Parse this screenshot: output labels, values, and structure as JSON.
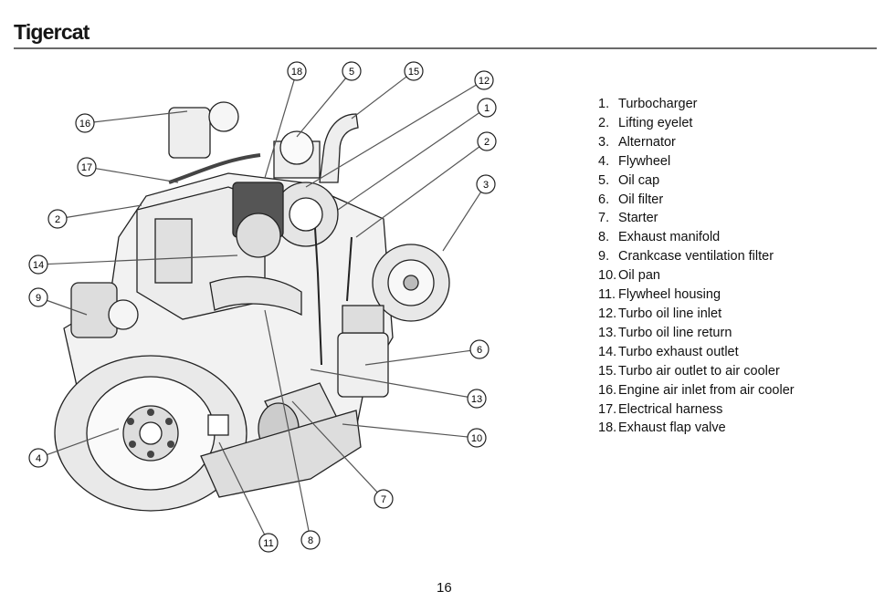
{
  "header": {
    "brand": "Tigercat"
  },
  "diagram": {
    "callouts": [
      "18",
      "5",
      "15",
      "12",
      "1",
      "2",
      "3",
      "16",
      "17",
      "2",
      "14",
      "9",
      "6",
      "13",
      "10",
      "7",
      "4",
      "11",
      "8"
    ]
  },
  "legend": {
    "items": [
      {
        "num": "1.",
        "label": "Turbocharger"
      },
      {
        "num": "2.",
        "label": "Lifting eyelet"
      },
      {
        "num": "3.",
        "label": "Alternator"
      },
      {
        "num": "4.",
        "label": "Flywheel"
      },
      {
        "num": "5.",
        "label": "Oil cap"
      },
      {
        "num": "6.",
        "label": "Oil filter"
      },
      {
        "num": "7.",
        "label": "Starter"
      },
      {
        "num": "8.",
        "label": "Exhaust manifold"
      },
      {
        "num": "9.",
        "label": "Crankcase ventilation filter"
      },
      {
        "num": "10.",
        "label": "Oil pan"
      },
      {
        "num": "11.",
        "label": "Flywheel housing"
      },
      {
        "num": "12.",
        "label": "Turbo oil line inlet"
      },
      {
        "num": "13.",
        "label": "Turbo oil line return"
      },
      {
        "num": "14.",
        "label": "Turbo exhaust outlet"
      },
      {
        "num": "15.",
        "label": "Turbo air outlet to air cooler"
      },
      {
        "num": "16.",
        "label": "Engine air inlet from air cooler"
      },
      {
        "num": "17.",
        "label": "Electrical harness"
      },
      {
        "num": "18.",
        "label": "Exhaust flap valve"
      }
    ]
  },
  "footer": {
    "page_number": "16"
  }
}
